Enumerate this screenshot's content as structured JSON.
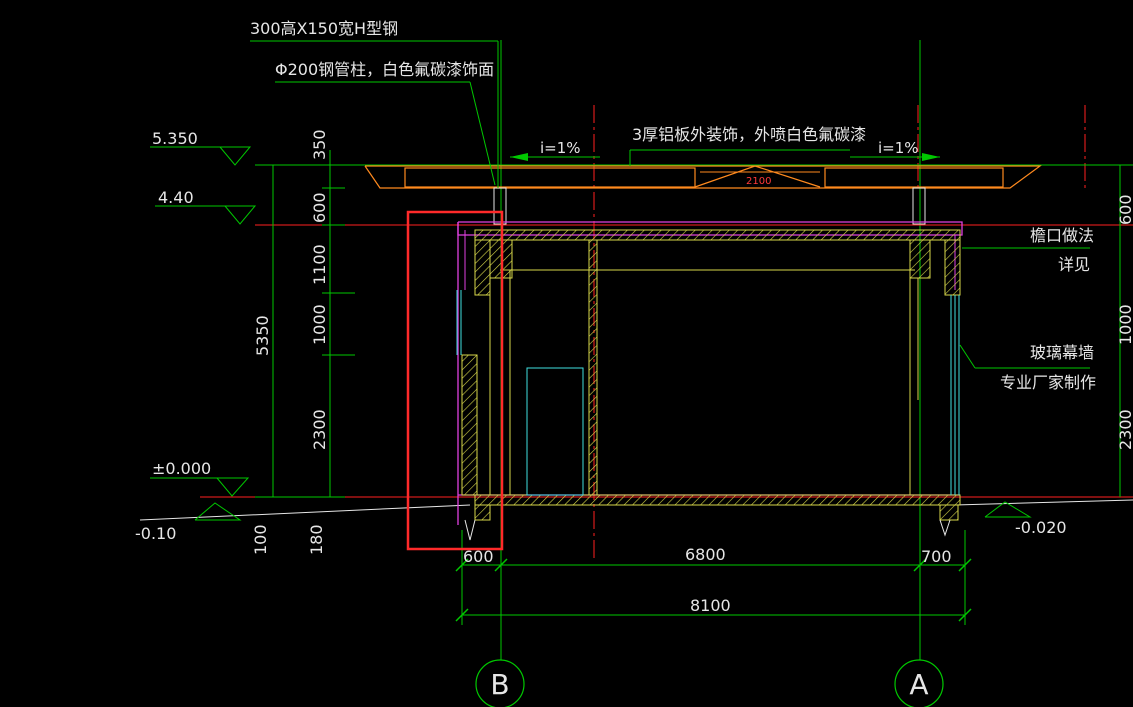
{
  "drawing": {
    "colors": {
      "background": "#000000",
      "dimension": "#00c800",
      "orange": "#ff8a1e",
      "yellow": "#d8d84a",
      "magenta": "#e040e0",
      "red": "#ff2020",
      "cyan": "#40e0e0",
      "white": "#e6e6e6",
      "highlight": "#ff2a2a"
    },
    "annotations": {
      "h_steel": "300高X150宽H型钢",
      "pipe_column": "Φ200钢管柱，白色氟碳漆饰面",
      "aluminum_panel": "3厚铝板外装饰，外喷白色氟碳漆",
      "slope_left": "i=1%",
      "slope_right": "i=1%",
      "canopy_span": "2100",
      "eaves_line1": "檐口做法",
      "eaves_line2": "详见",
      "curtain_line1": "玻璃幕墙",
      "curtain_line2": "专业厂家制作"
    },
    "elevations": {
      "top": "5.350",
      "upper": "4.40",
      "ground": "±0.000",
      "left_low": "-0.10",
      "right_low": "-0.020"
    },
    "vertical_dims": {
      "total": "5350",
      "segments": [
        "350",
        "600",
        "1100",
        "1000",
        "2300"
      ],
      "below_a": "100",
      "below_b": "180",
      "right_segments": [
        "600",
        "1000",
        "2300"
      ]
    },
    "horizontal_dims": {
      "left": "600",
      "middle": "6800",
      "right": "700",
      "total": "8100"
    },
    "axes": {
      "left": "B",
      "right": "A"
    }
  }
}
